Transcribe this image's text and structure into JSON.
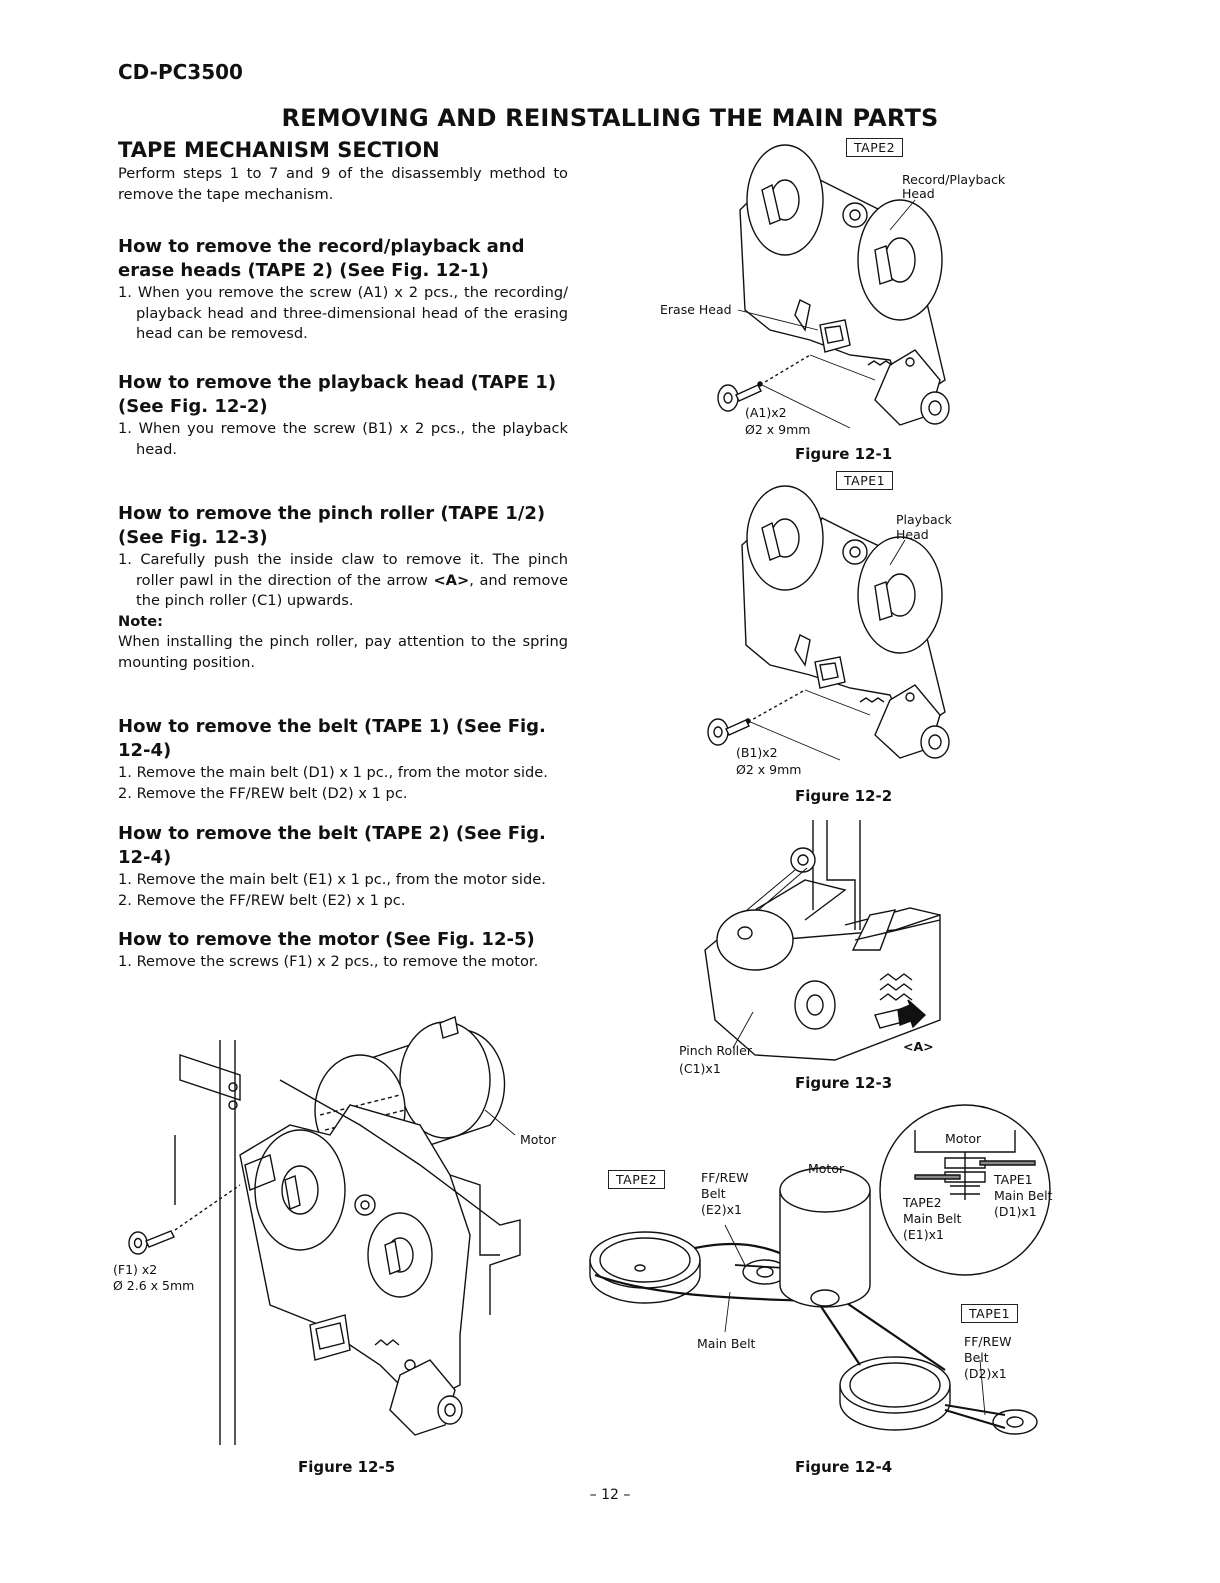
{
  "header": {
    "model": "CD-PC3500",
    "title": "REMOVING AND REINSTALLING THE MAIN PARTS"
  },
  "section": {
    "title": "TAPE MECHANISM SECTION",
    "intro": "Perform steps 1 to 7 and 9 of the disassembly method to remove the tape mechanism."
  },
  "procedures": {
    "heads_tape2": {
      "title": "How to remove the record/playback and erase heads (TAPE 2) (See Fig. 12-1)",
      "step1": "1. When you remove the screw  (A1) x 2 pcs., the recording/ playback head and three-dimensional head of the erasing head can be removesd."
    },
    "head_tape1": {
      "title": "How to remove the playback head (TAPE 1) (See Fig. 12-2)",
      "step1": "1. When you remove the screw  (B1) x 2 pcs., the playback head."
    },
    "pinch": {
      "title": "How to remove the pinch roller (TAPE 1/2) (See Fig. 12-3)",
      "step1_a": "1. Carefully push the inside claw to remove it. The pinch roller pawl in the direction of the arrow ",
      "step1_arrow": "<A>",
      "step1_b": ", and remove the pinch roller (C1) upwards.",
      "note_label": "Note:",
      "note": "When installing the pinch roller, pay attention to the spring mounting position."
    },
    "belt_tape1": {
      "title": "How to remove the belt (TAPE 1) (See Fig. 12-4)",
      "step1": "1. Remove the main belt (D1) x 1 pc., from the motor side.",
      "step2": "2. Remove the FF/REW belt (D2) x 1 pc."
    },
    "belt_tape2": {
      "title": "How to remove the belt (TAPE 2) (See Fig. 12-4)",
      "step1": "1. Remove the main belt (E1) x 1 pc., from the motor side.",
      "step2": "2. Remove the FF/REW belt (E2) x 1 pc."
    },
    "motor": {
      "title": "How to remove the motor (See Fig. 12-5)",
      "step1": "1. Remove the screws (F1) x 2 pcs., to remove the motor."
    }
  },
  "figures": {
    "f1": {
      "tag": "TAPE2",
      "rp_head_1": "Record/Playback",
      "rp_head_2": "Head",
      "erase_head": "Erase Head",
      "screw_1": "(A1)x2",
      "screw_2": "Ø2 x 9mm",
      "caption": "Figure 12-1"
    },
    "f2": {
      "tag": "TAPE1",
      "head_1": "Playback",
      "head_2": "Head",
      "screw_1": "(B1)x2",
      "screw_2": "Ø2 x 9mm",
      "caption": "Figure 12-2"
    },
    "f3": {
      "roller_1": "Pinch Roller",
      "roller_2": "(C1)x1",
      "arrow": "<A>",
      "caption": "Figure 12-3"
    },
    "f4": {
      "tag_left": "TAPE2",
      "tag_right": "TAPE1",
      "ffrew_e2_1": "FF/REW",
      "ffrew_e2_2": "Belt",
      "ffrew_e2_3": "(E2)x1",
      "motor": "Motor",
      "inset_motor": "Motor",
      "inset_t2_1": "TAPE2",
      "inset_t2_2": "Main Belt",
      "inset_t2_3": "(E1)x1",
      "inset_t1_1": "TAPE1",
      "inset_t1_2": "Main Belt",
      "inset_t1_3": "(D1)x1",
      "main_belt": "Main Belt",
      "ffrew_d2_1": "FF/REW",
      "ffrew_d2_2": "Belt",
      "ffrew_d2_3": "(D2)x1",
      "caption": "Figure 12-4"
    },
    "f5": {
      "motor": "Motor",
      "screw_1": "(F1) x2",
      "screw_2": "Ø 2.6 x 5mm",
      "caption": "Figure 12-5"
    }
  },
  "footer": {
    "page": "– 12 –"
  }
}
